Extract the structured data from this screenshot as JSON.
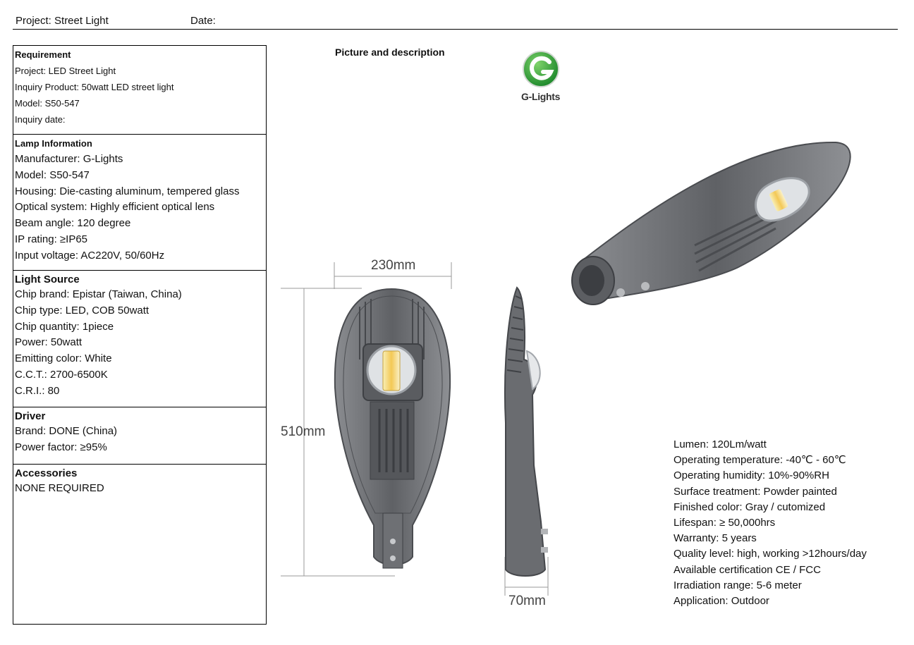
{
  "header": {
    "project_label": "Project:  Street Light",
    "date_label": "Date:"
  },
  "requirement": {
    "title": "Requirement",
    "rows": [
      "Project:  LED Street Light",
      "Inquiry Product:  50watt LED street light",
      "Model:  S50-547",
      "Inquiry date:"
    ]
  },
  "lamp": {
    "title": "Lamp Information",
    "rows": [
      "Manufacturer:  G-Lights",
      "Model:  S50-547",
      "Housing:  Die-casting aluminum, tempered glass",
      "Optical system:  Highly efficient optical lens",
      "Beam angle:  120 degree",
      "IP rating:  ≥IP65",
      "Input voltage:  AC220V, 50/60Hz"
    ]
  },
  "light_source": {
    "title": "Light Source",
    "rows": [
      "Chip brand:  Epistar (Taiwan, China)",
      "Chip type:  LED, COB 50watt",
      "Chip quantity:  1piece",
      "Power:  50watt",
      "Emitting color:  White",
      "C.C.T.:  2700-6500K",
      "C.R.I.:  80"
    ]
  },
  "driver": {
    "title": "Driver",
    "rows": [
      "Brand: DONE  (China)",
      "Power factor: ≥95%"
    ]
  },
  "accessories": {
    "title": "Accessories",
    "rows": [
      "NONE REQUIRED"
    ]
  },
  "picture": {
    "title": "Picture and description",
    "logo_text": "G-Lights",
    "dim_width": "230mm",
    "dim_height": "510mm",
    "dim_depth": "70mm"
  },
  "specs": [
    "Lumen: 120Lm/watt",
    "Operating temperature: -40℃ - 60℃",
    "Operating humidity: 10%-90%RH",
    "Surface treatment: Powder painted",
    "Finished color: Gray / cutomized",
    "Lifespan: ≥ 50,000hrs",
    "Warranty: 5 years",
    "Quality level: high, working >12hours/day",
    "Available certification CE / FCC",
    "Irradiation range:  5-6 meter",
    "Application: Outdoor"
  ],
  "colors": {
    "logo_green": "#2e9e3a",
    "lamp_gray": "#6b6d70"
  }
}
